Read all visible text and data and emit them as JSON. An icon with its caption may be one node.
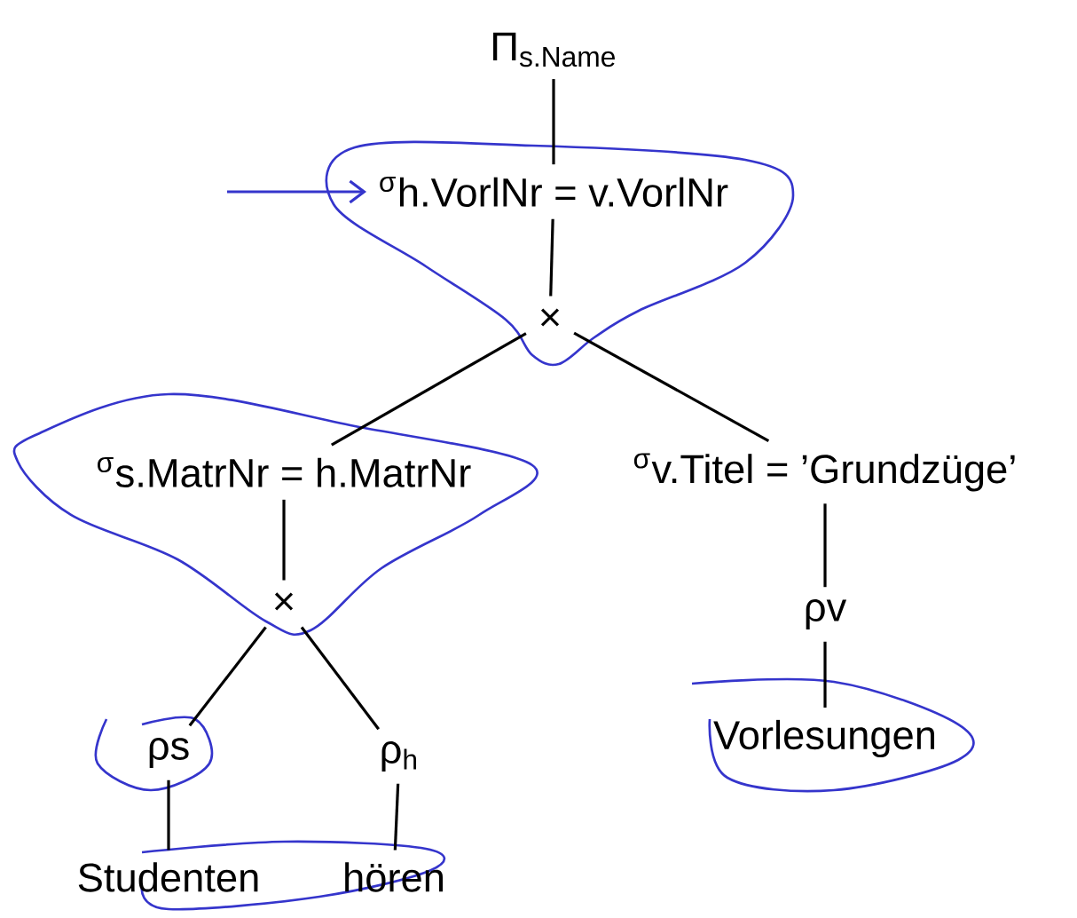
{
  "diagram": {
    "nodes": [
      {
        "text": [
          "Π$_{s.Name}$"
        ]
      },
      {
        "text": [
          "$^{σ}$h.VorlNr = v.VorlNr"
        ]
      },
      {
        "text": [
          "×"
        ]
      },
      {
        "text": [
          "$^{σ}$s.MatrNr = h.MatrNr"
        ]
      },
      {
        "text": [
          "$^{σ}$v.Titel = ’Grundzüge’"
        ]
      },
      {
        "text": [
          "×"
        ]
      },
      {
        "text": [
          "ρv"
        ]
      },
      {
        "text": [
          "ρs"
        ]
      },
      {
        "text": [
          "ρ$_{h}$"
        ]
      },
      {
        "text": [
          "Vorlesungen"
        ]
      },
      {
        "text": [
          "Studenten"
        ]
      },
      {
        "text": [
          "hören"
        ]
      }
    ],
    "edges": [
      {
        "from": 0,
        "to": 1,
        "arrow": "none"
      },
      {
        "from": 1,
        "to": 2,
        "arrow": "none"
      },
      {
        "from": 2,
        "to": 3,
        "arrow": "none"
      },
      {
        "from": 2,
        "to": 4,
        "arrow": "none"
      },
      {
        "from": 3,
        "to": 5,
        "arrow": "none"
      },
      {
        "from": 4,
        "to": 6,
        "arrow": "none"
      },
      {
        "from": 5,
        "to": 7,
        "arrow": "none"
      },
      {
        "from": 5,
        "to": 8,
        "arrow": "none"
      },
      {
        "from": 6,
        "to": 9,
        "arrow": "none"
      },
      {
        "from": 7,
        "to": 10,
        "arrow": "none"
      },
      {
        "from": 8,
        "to": 11,
        "arrow": "none"
      },
      {
        "from": null,
        "to": 1,
        "arrow": "to",
        "color": "#3535cc"
      }
    ]
  }
}
